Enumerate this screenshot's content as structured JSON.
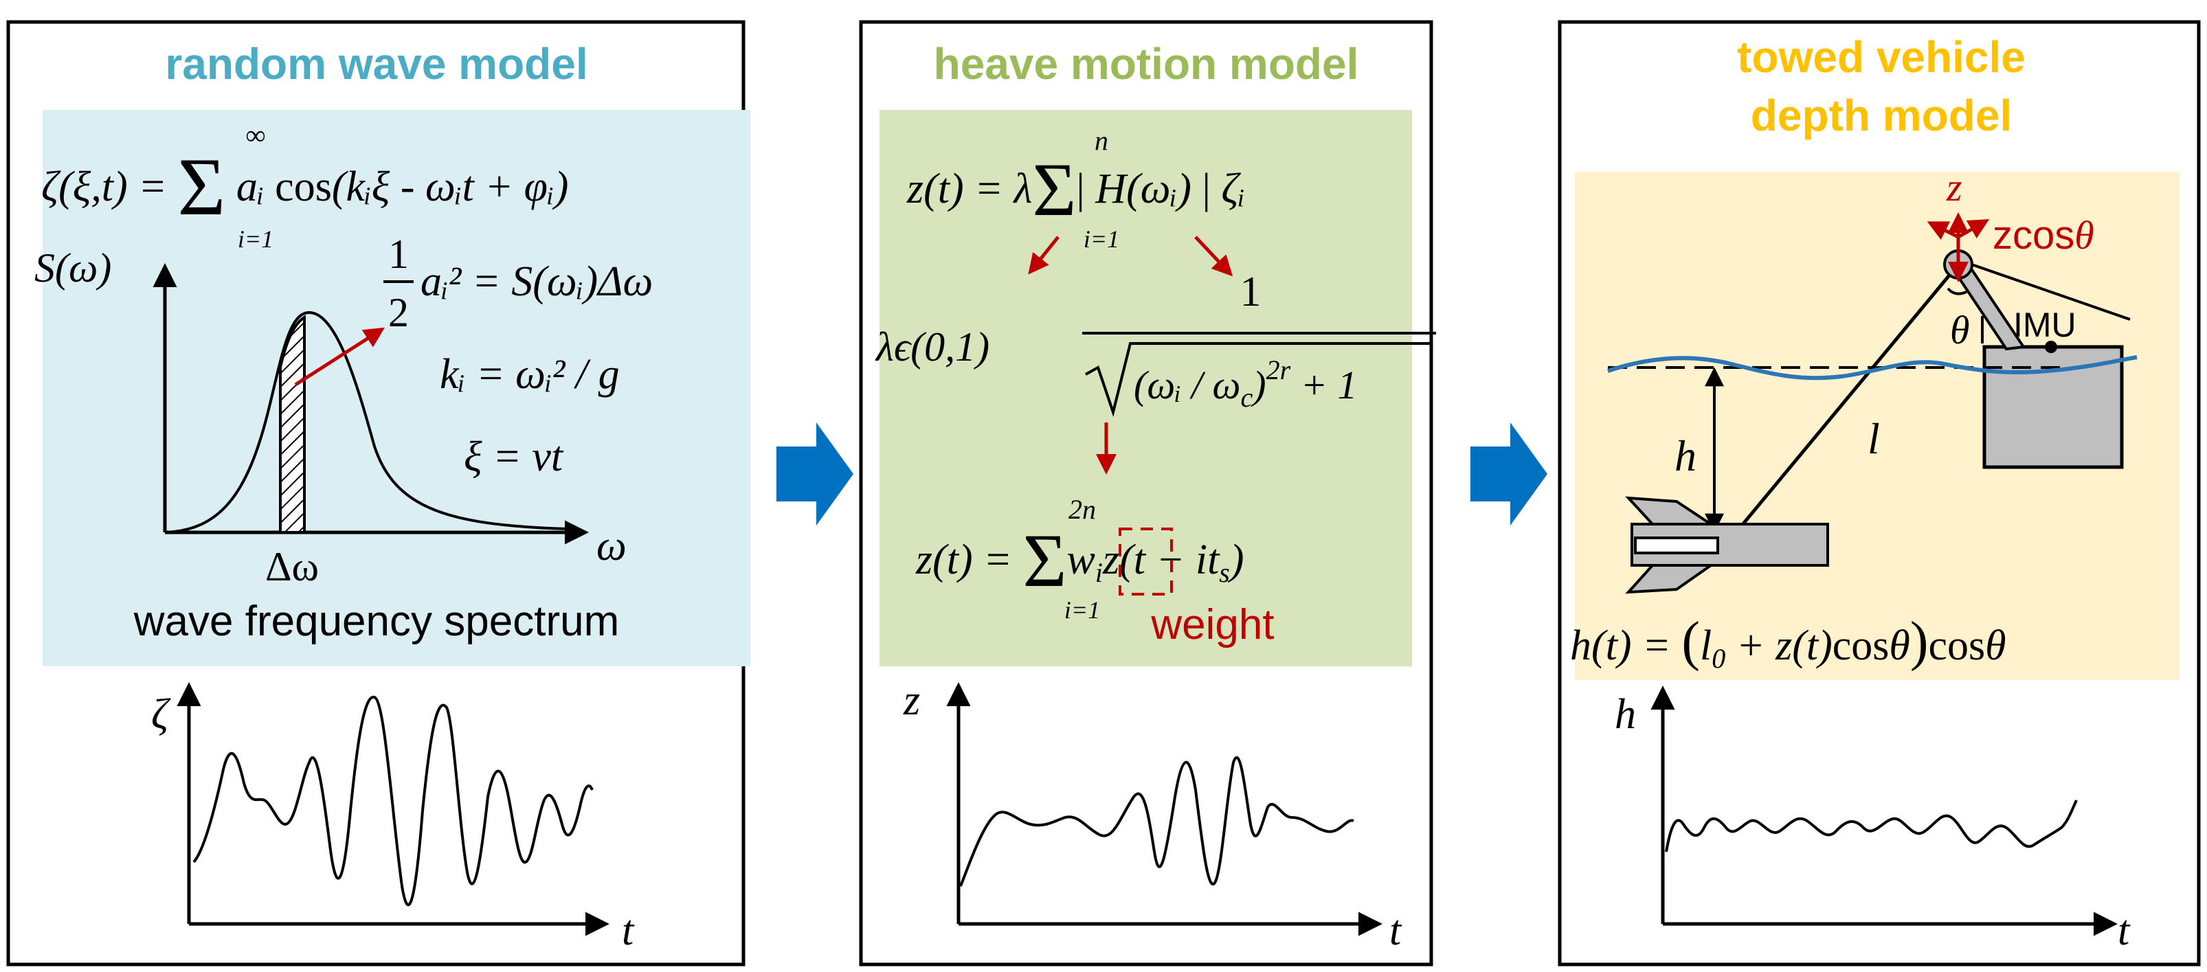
{
  "colors": {
    "wave_title": "#4bacc6",
    "heave_title": "#9bbb59",
    "depth_title": "#ffc000",
    "wave_bg": "#dbeef4",
    "heave_bg": "#d8e4bc",
    "depth_bg": "#fff2cc",
    "arrow_blue": "#0070c0",
    "red": "#c00000",
    "water_line": "#2e75b6",
    "vehicle_gray": "#bfbfbf"
  },
  "panels": {
    "wave": {
      "title": "random wave model",
      "eq1": "ζ(ξ,t) = Σ aᵢ cos(kᵢξ - ωᵢt + φᵢ)",
      "eq1_sum_upper": "∞",
      "eq1_sum_lower": "i=1",
      "spectrum_ylabel": "S(ω)",
      "eq2": "½aᵢ² = S(ωᵢ)Δω",
      "eq3": "kᵢ = ωᵢ² / g",
      "eq4": "ξ = vt",
      "spectrum_xlabel": "ω",
      "delta_omega": "Δω",
      "caption": "wave frequency spectrum",
      "plot_ylabel": "ζ",
      "plot_xlabel": "t"
    },
    "heave": {
      "title": "heave motion model",
      "eq1": "z(t) = λ Σ |H(ωᵢ)| ζᵢ",
      "eq1_sum_upper": "n",
      "eq1_sum_lower": "i=1",
      "lambda_range": "λϵ(0,1)",
      "transfer_numerator": "1",
      "transfer_denominator": "√((ωᵢ / ω_c)^2r + 1)",
      "eq2": "z(t) = Σ wᵢ z(t − itₛ)",
      "eq2_sum_upper": "2n",
      "eq2_sum_lower": "i=1",
      "weight_label": "weight",
      "plot_ylabel": "z",
      "plot_xlabel": "t"
    },
    "depth": {
      "title_line1": "towed vehicle",
      "title_line2": "depth model",
      "z_label": "z",
      "zcos_label": "zcosθ",
      "theta_label": "θ",
      "imu_label": "IMU",
      "h_label": "h",
      "l_label": "l",
      "eq": "h(t) = (l₀ + z(t)cosθ)cosθ",
      "plot_ylabel": "h",
      "plot_xlabel": "t"
    }
  }
}
